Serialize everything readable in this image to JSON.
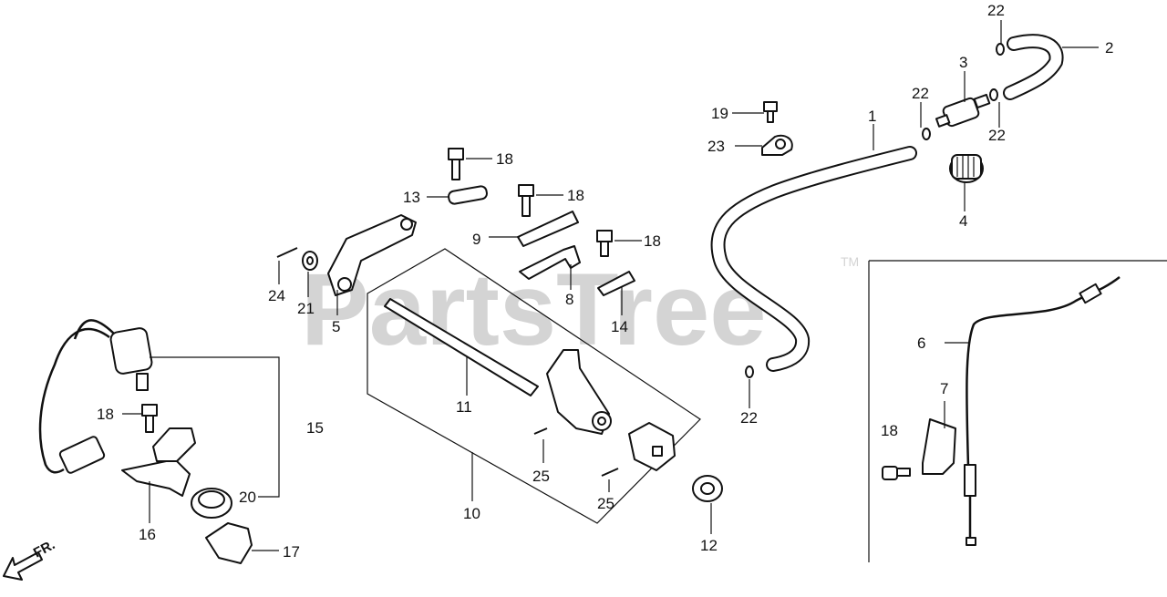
{
  "diagram": {
    "watermark": "PartsTree",
    "trademark": "TM",
    "direction_label": "FR.",
    "callouts": {
      "c1": "1",
      "c2": "2",
      "c3": "3",
      "c4": "4",
      "c5": "5",
      "c6": "6",
      "c7": "7",
      "c8": "8",
      "c9": "9",
      "c10": "10",
      "c11": "11",
      "c12": "12",
      "c13": "13",
      "c14": "14",
      "c15": "15",
      "c16": "16",
      "c17": "17",
      "c18a": "18",
      "c18b": "18",
      "c18c": "18",
      "c18d": "18",
      "c18e": "18",
      "c19": "19",
      "c20": "20",
      "c21": "21",
      "c22a": "22",
      "c22b": "22",
      "c22c": "22",
      "c22d": "22",
      "c23": "23",
      "c24": "24",
      "c25a": "25",
      "c25b": "25"
    }
  }
}
